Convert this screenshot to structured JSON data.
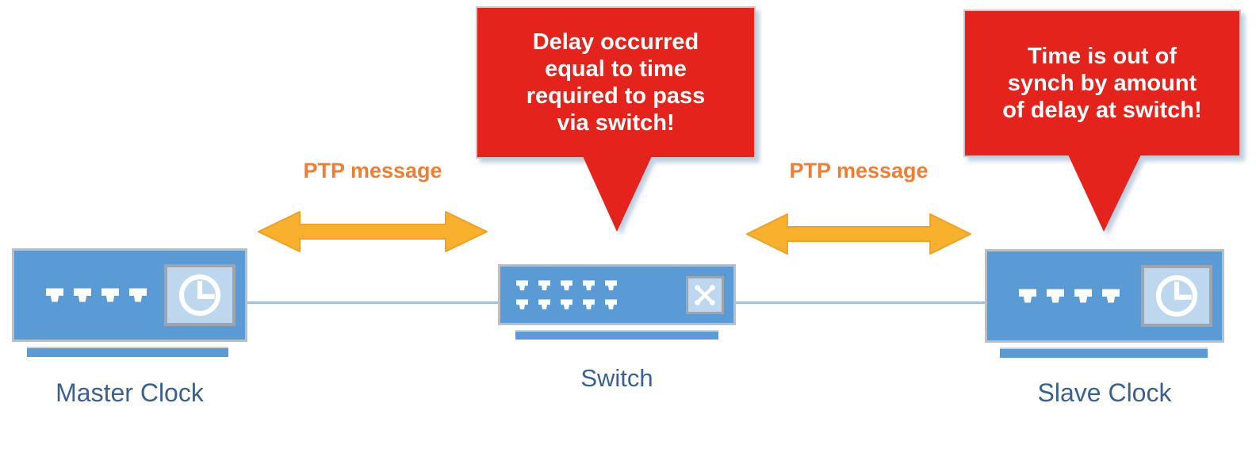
{
  "callouts": {
    "delay": {
      "text": "Delay occurred\nequal to time\nrequired to pass\nvia switch!"
    },
    "sync": {
      "text": "Time is out of\nsynch by amount\nof delay at switch!"
    }
  },
  "links": {
    "left": {
      "label": "PTP message"
    },
    "right": {
      "label": "PTP message"
    }
  },
  "devices": {
    "master": {
      "label": "Master Clock",
      "ports": 4,
      "icon": "clock-icon"
    },
    "switch": {
      "label": "Switch",
      "ports": 10,
      "icon": "crossover-arrows-icon"
    },
    "slave": {
      "label": "Slave Clock",
      "ports": 4,
      "icon": "clock-icon"
    }
  },
  "colors": {
    "device_blue": "#5b9bd5",
    "icon_panel_blue": "#bdd7ee",
    "callout_red": "#e3231c",
    "arrow_gold": "#f9b02c",
    "ptp_orange": "#ee7e33",
    "label_blue": "#3b6191",
    "line_blue": "#9cc2e5"
  }
}
